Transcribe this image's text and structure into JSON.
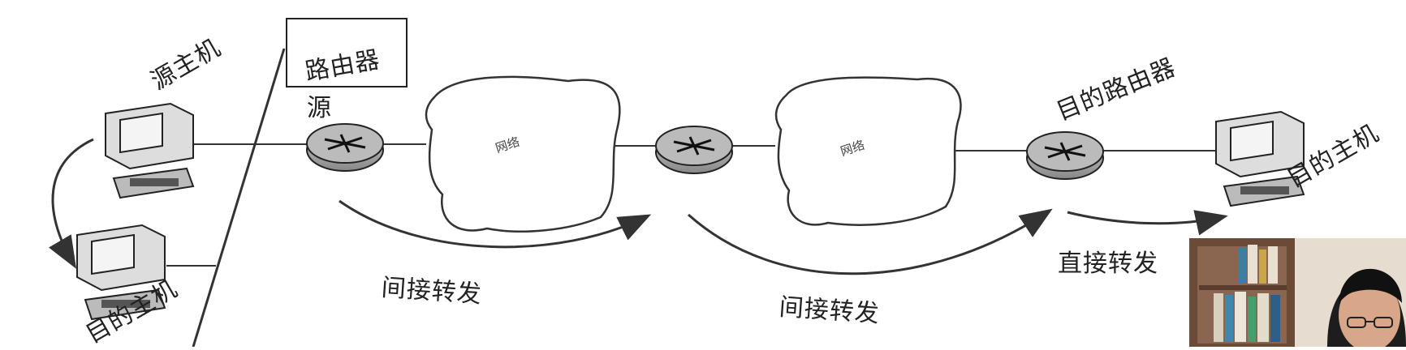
{
  "diagram": {
    "labels": {
      "source_host": "源主机",
      "dest_host_left": "目的主机",
      "source_router_box": "路由器",
      "source_router_prefix": "源",
      "network_1": "网络",
      "network_2": "网络",
      "dest_router": "目的路由器",
      "dest_host_right": "目的主机",
      "indirect_forward_1": "间接转发",
      "indirect_forward_2": "间接转发",
      "direct_forward": "直接转发"
    },
    "icons": [
      "computer-icon",
      "router-icon",
      "network-cloud-icon",
      "arrow-icon"
    ]
  },
  "overlay": {
    "type": "webcam-presenter"
  }
}
